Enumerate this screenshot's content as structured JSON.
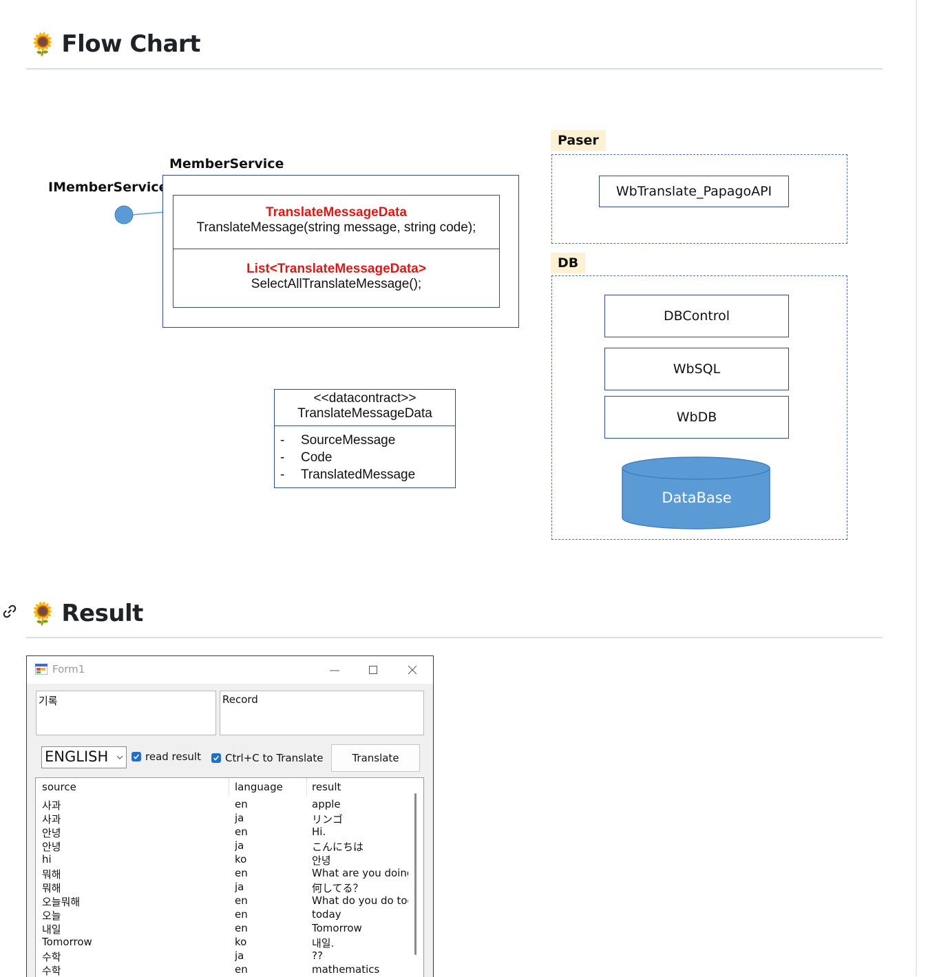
{
  "sections": {
    "flow_chart_title": "Flow Chart",
    "result_title": "Result",
    "emoji": "🌻"
  },
  "diagram": {
    "imemberservice_label": "IMemberService",
    "memberservice_label": "MemberService",
    "method1_return": "TranslateMessageData",
    "method1_sig": "TranslateMessage(string message, string code);",
    "method2_return": "List<TranslateMessageData>",
    "method2_sig": "SelectAllTranslateMessage();",
    "contract_stereotype": "<<datacontract>>",
    "contract_name": "TranslateMessageData",
    "contract_fields": [
      "SourceMessage",
      "Code",
      "TranslatedMessage"
    ],
    "paser_tag": "Paser",
    "paser_item": "WbTranslate_PapagoAPI",
    "db_tag": "DB",
    "db_items": [
      "DBControl",
      "WbSQL",
      "WbDB"
    ],
    "database_label": "DataBase",
    "colors": {
      "accent_red": "#e31616",
      "database_fill": "#5b9bd5",
      "tag_fill": "#fdf1d4"
    }
  },
  "form": {
    "title": "Form1",
    "left_text": "기록",
    "right_text": "Record",
    "language_selected": "ENGLISH",
    "read_result_label": "read result",
    "ctrl_c_label": "Ctrl+C to Translate",
    "translate_button": "Translate",
    "columns": [
      "source",
      "language",
      "result"
    ],
    "rows": [
      [
        "사과",
        "en",
        "apple"
      ],
      [
        "사과",
        "ja",
        "リンゴ"
      ],
      [
        "안녕",
        "en",
        "Hi."
      ],
      [
        "안녕",
        "ja",
        "こんにちは"
      ],
      [
        "hi",
        "ko",
        "안녕"
      ],
      [
        "뭐해",
        "en",
        "What are you doing"
      ],
      [
        "뭐해",
        "ja",
        "何してる？"
      ],
      [
        "오늘뭐해",
        "en",
        "What do you do toda"
      ],
      [
        "오늘",
        "en",
        "today"
      ],
      [
        "내일",
        "en",
        "Tomorrow"
      ],
      [
        "Tomorrow",
        "ko",
        "내일."
      ],
      [
        "수학",
        "ja",
        "??"
      ],
      [
        "수학",
        "en",
        "mathematics"
      ]
    ]
  }
}
